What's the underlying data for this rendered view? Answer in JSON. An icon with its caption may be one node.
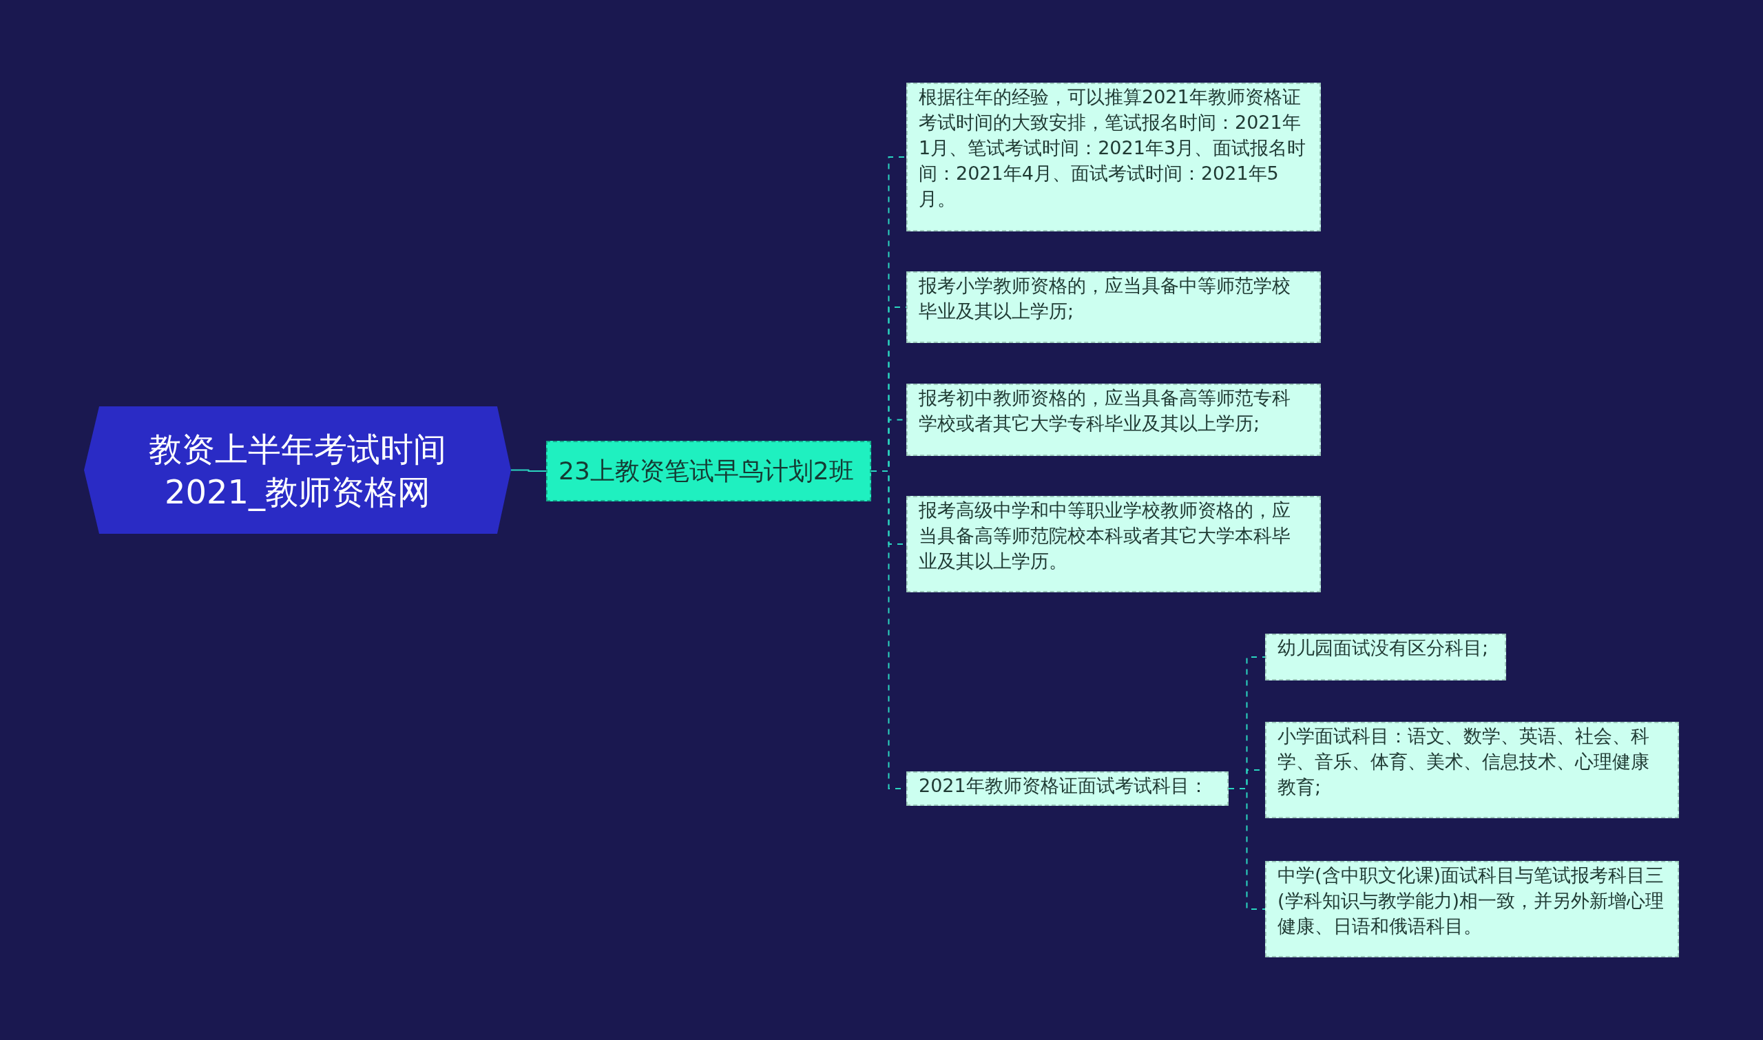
{
  "diagram": {
    "nodes": [
      {
        "text": [
          "教资上半年考试时间2021_教师资格网"
        ]
      },
      {
        "text": [
          "23上教资笔试早鸟计划2班"
        ]
      },
      {
        "text": [
          "根据往年的经验，可以推算2021年教师资格证考试时间的大致安排，笔试报名时间：2021年1月、笔试考试时间：2021年3月、面试报名时间：2021年4月、面试考试时间：2021年5月。"
        ]
      },
      {
        "text": [
          "报考小学教师资格的，应当具备中等师范学校毕业及其以上学历;"
        ]
      },
      {
        "text": [
          "报考初中教师资格的，应当具备高等师范专科学校或者其它大学专科毕业及其以上学历;"
        ]
      },
      {
        "text": [
          "报考高级中学和中等职业学校教师资格的，应当具备高等师范院校本科或者其它大学本科毕业及其以上学历。"
        ]
      },
      {
        "text": [
          "2021年教师资格证面试考试科目："
        ]
      },
      {
        "text": [
          "幼儿园面试没有区分科目;"
        ]
      },
      {
        "text": [
          "小学面试科目：语文、数学、英语、社会、科学、音乐、体育、美术、信息技术、心理健康教育;"
        ]
      },
      {
        "text": [
          "中学(含中职文化课)面试科目与笔试报考科目三(学科知识与教学能力)相一致，并另外新增心理健康、日语和俄语科目。"
        ]
      }
    ],
    "edges": [
      {
        "from": 0,
        "to": 1,
        "arrow": "none"
      },
      {
        "from": 1,
        "to": 2,
        "arrow": "none",
        "style": "dashed"
      },
      {
        "from": 1,
        "to": 3,
        "arrow": "none",
        "style": "dashed"
      },
      {
        "from": 1,
        "to": 4,
        "arrow": "none",
        "style": "dashed"
      },
      {
        "from": 1,
        "to": 5,
        "arrow": "none",
        "style": "dashed"
      },
      {
        "from": 1,
        "to": 6,
        "arrow": "none",
        "style": "dashed"
      },
      {
        "from": 6,
        "to": 7,
        "arrow": "none",
        "style": "dashed"
      },
      {
        "from": 6,
        "to": 8,
        "arrow": "none",
        "style": "dashed"
      },
      {
        "from": 6,
        "to": 9,
        "arrow": "none",
        "style": "dashed"
      }
    ]
  }
}
